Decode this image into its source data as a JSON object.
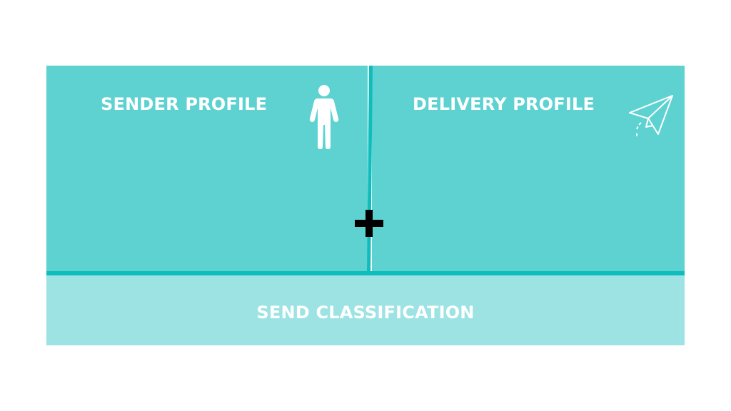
{
  "panels": {
    "sender": {
      "label": "SENDER PROFILE",
      "icon": "person-icon"
    },
    "delivery": {
      "label": "DELIVERY PROFILE",
      "icon": "paper-plane-icon"
    }
  },
  "combine": {
    "icon": "plus-icon"
  },
  "result": {
    "label": "SEND CLASSIFICATION"
  },
  "colors": {
    "panel": "#5dd2d1",
    "divider": "#0fbdbc",
    "result_bar": "#9de3e4",
    "text": "#ffffff",
    "plus": "#000000"
  }
}
